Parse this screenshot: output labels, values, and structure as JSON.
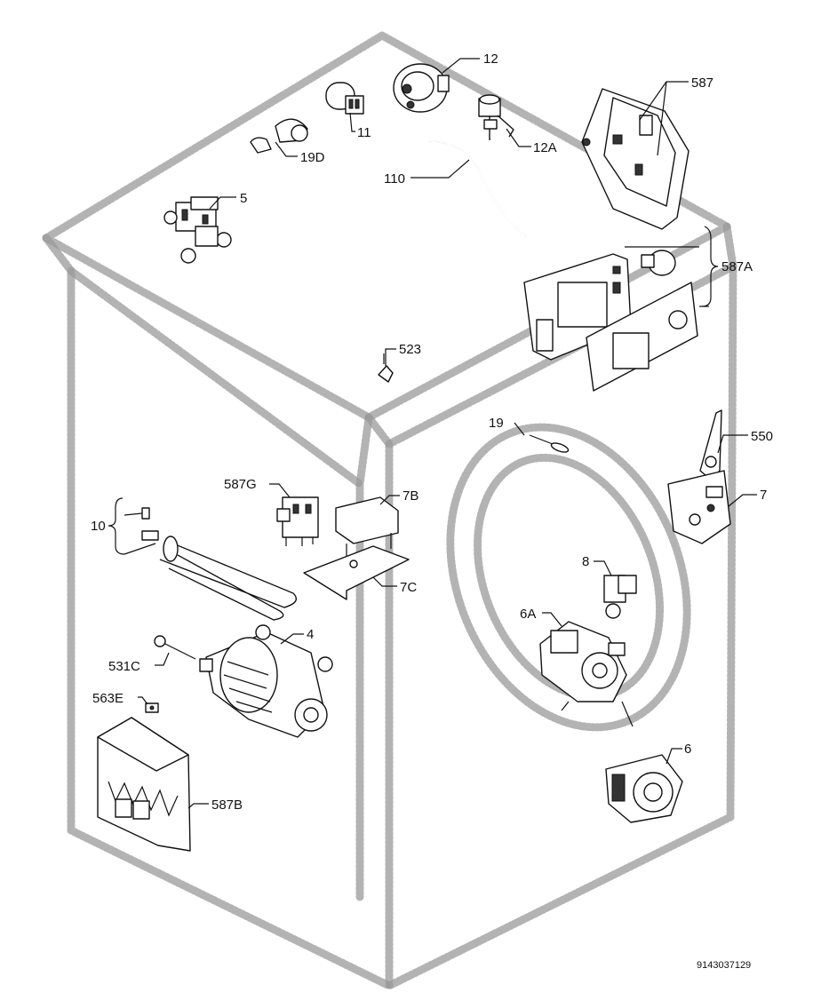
{
  "labels": {
    "p12": "12",
    "p587": "587",
    "p11": "11",
    "p12a": "12A",
    "p19d": "19D",
    "p110": "110",
    "p5": "5",
    "p587a": "587A",
    "p523": "523",
    "p19": "19",
    "p550": "550",
    "p587g": "587G",
    "p7b": "7B",
    "p7": "7",
    "p10": "10",
    "p7c": "7C",
    "p8": "8",
    "p4": "4",
    "p6a": "6A",
    "p531c": "531C",
    "p563e": "563E",
    "p6": "6",
    "p587b": "587B"
  },
  "diagram_code": "9143037129"
}
